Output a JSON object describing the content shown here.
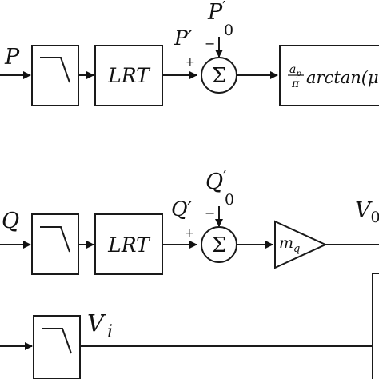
{
  "diagram": {
    "top_row": {
      "input_label": "P",
      "after_lrt_label": "P′",
      "setpoint_main": "P",
      "setpoint_sub": "0",
      "setpoint_prime": "′",
      "lrt_label": "LRT",
      "sum_symbol": "Σ",
      "plus_sign": "+",
      "minus_sign": "−",
      "output_frac_num": "a",
      "output_frac_num_sub": "p",
      "output_frac_den": "π",
      "output_function": "arctan(",
      "output_trailing": "μ"
    },
    "middle_row": {
      "input_label": "Q",
      "after_lrt_label": "Q′",
      "setpoint_main": "Q",
      "setpoint_sub": "0",
      "setpoint_prime": "′",
      "lrt_label": "LRT",
      "sum_symbol": "Σ",
      "plus_sign": "+",
      "minus_sign": "−",
      "gain_main": "m",
      "gain_sub": "q",
      "output_main": "V",
      "output_sub": "0"
    },
    "bottom_row": {
      "signal_main": "V",
      "signal_sub": "i"
    }
  }
}
